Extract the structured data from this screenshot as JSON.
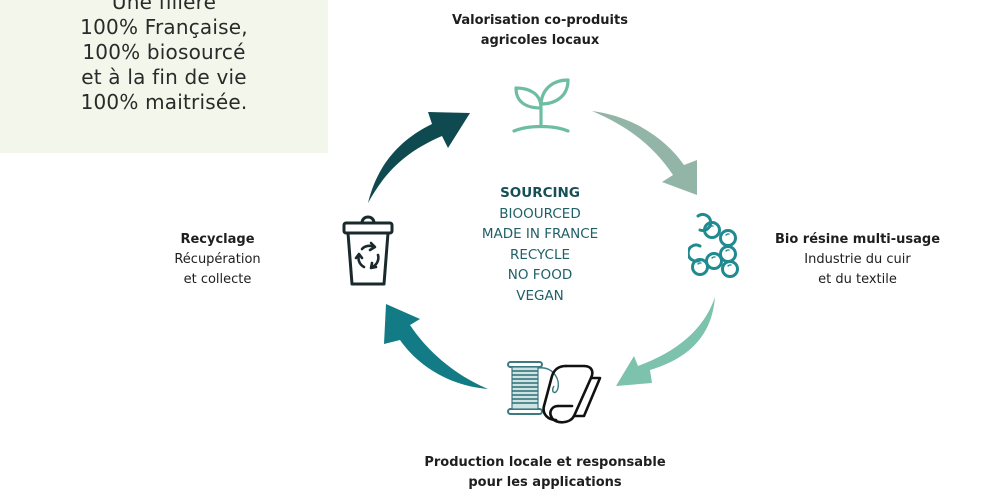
{
  "panel": {
    "lines": [
      "Une filière",
      "100% Française,",
      "100% biosourcé",
      "et à la fin de vie",
      "100% maitrisée."
    ],
    "background": "#f3f6ea"
  },
  "center": {
    "heading": "SOURCING",
    "items": [
      "BIOOURCED",
      "MADE IN FRANCE",
      "RECYCLE",
      "NO FOOD",
      "VEGAN"
    ]
  },
  "steps": {
    "top": {
      "lines": [
        "Valorisation co-produits",
        "agricoles locaux"
      ],
      "icon": "sprout-icon"
    },
    "right": {
      "title": "Bio résine multi-usage",
      "lines": [
        "Industrie du cuir",
        "et du textile"
      ],
      "icon": "molecule-chain-icon"
    },
    "bottom": {
      "lines": [
        "Production locale et responsable",
        "pour les applications"
      ],
      "icon": "thread-spool-fabric-icon"
    },
    "left": {
      "title": "Recyclage",
      "lines": [
        "Récupération",
        "et collecte"
      ],
      "icon": "recycle-bin-icon"
    }
  },
  "colors": {
    "arrow_top_left": "#0e4a50",
    "arrow_top_right": "#93b5a8",
    "arrow_bottom_right": "#7cc2ad",
    "arrow_bottom_left": "#137b85",
    "sprout": "#6dbda3",
    "molecule": "#1f8a8f",
    "text_center": "#1f5f68"
  }
}
